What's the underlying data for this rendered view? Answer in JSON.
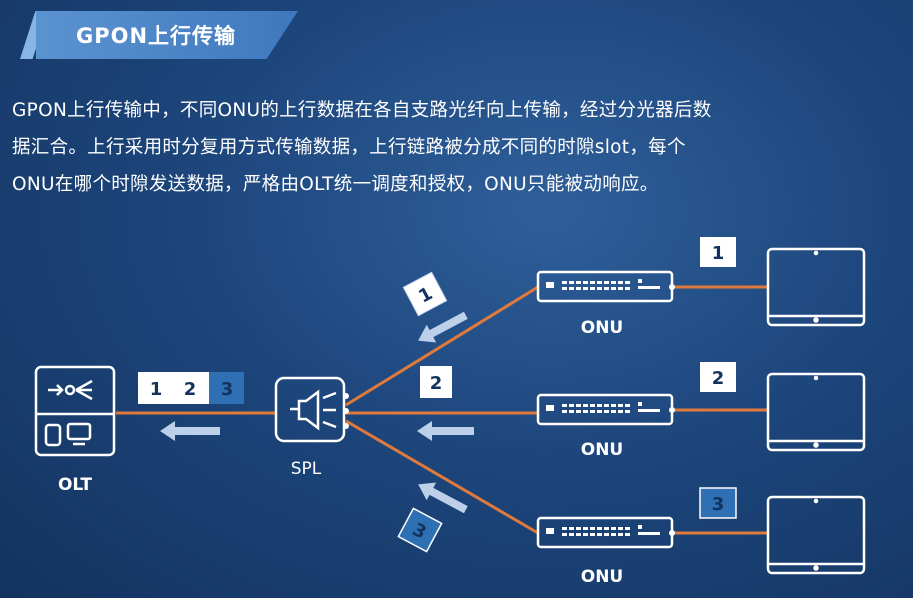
{
  "header": {
    "title": "GPON上行传输"
  },
  "description": {
    "lines": [
      "GPON上行传输中，不同ONU的上行数据在各自支路光纤向上传输，经过分光器后数",
      "据汇合。上行采用时分复用方式传输数据，上行链路被分成不同的时隙slot，每个",
      "ONU在哪个时隙发送数据，严格由OLT统一调度和授权，ONU只能被动响应。"
    ]
  },
  "diagram": {
    "olt_label": "OLT",
    "spl_label": "SPL",
    "merged_slots": [
      "1",
      "2",
      "3"
    ],
    "branches": [
      {
        "onu_label": "ONU",
        "slot": "1"
      },
      {
        "onu_label": "ONU",
        "slot": "2"
      },
      {
        "onu_label": "ONU",
        "slot": "3"
      }
    ],
    "colors": {
      "fiber": "#e07a3c",
      "arrow": "#bcd0ea",
      "slot3_fill": "#2f6fb3",
      "slot_fill": "#ffffff"
    }
  }
}
